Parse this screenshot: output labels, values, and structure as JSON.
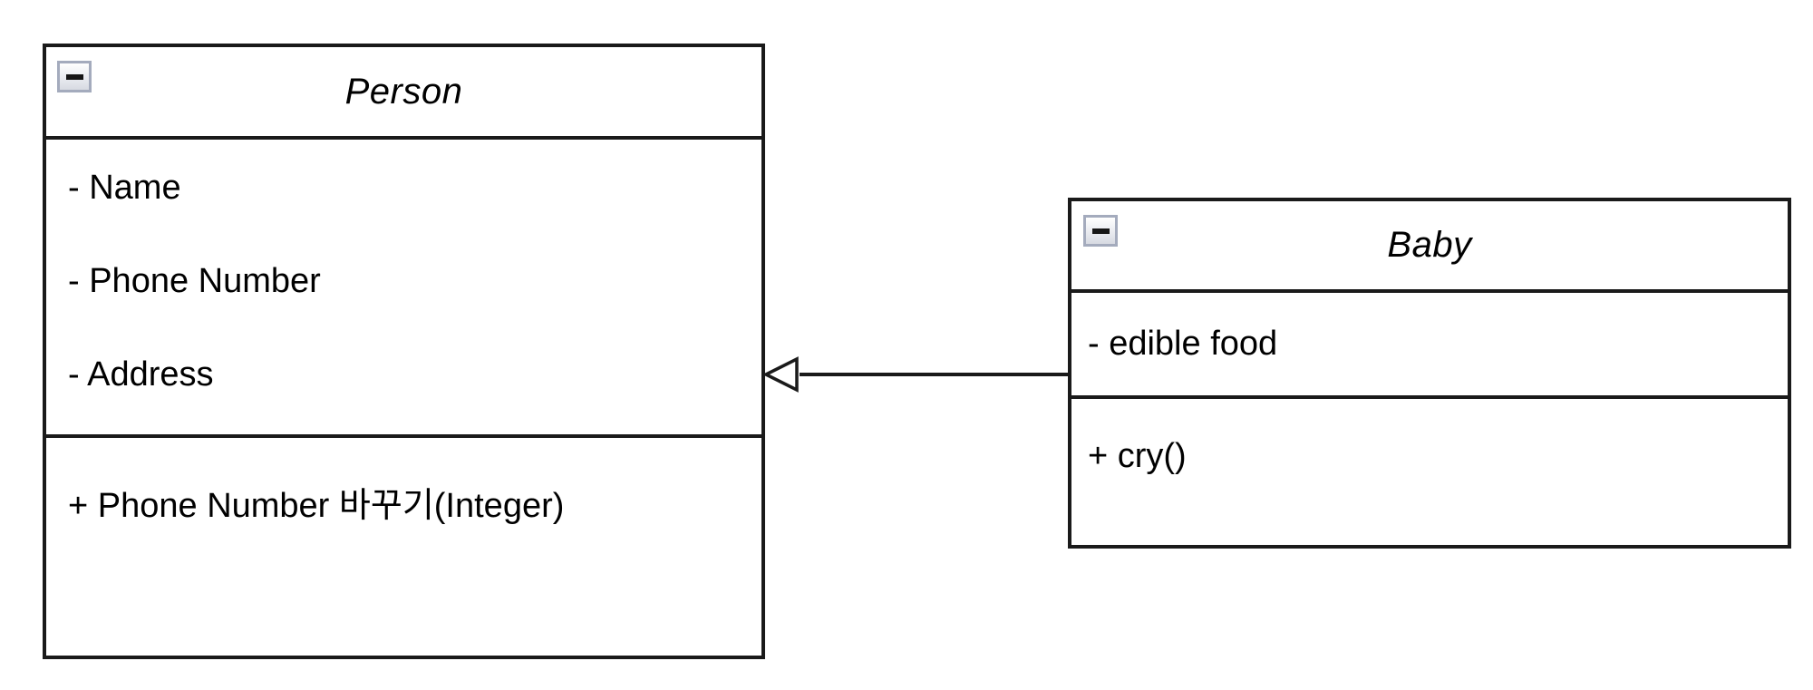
{
  "diagram": {
    "type": "uml-class-diagram",
    "background_color": "#ffffff",
    "line_color": "#1a1a1a",
    "collapse_icon": "minus-icon"
  },
  "classes": [
    {
      "name": "Person",
      "attributes": [
        "- Name",
        "- Phone Number",
        "- Address"
      ],
      "methods": [
        "+ Phone Number 바꾸기(Integer)"
      ]
    },
    {
      "name": "Baby",
      "attributes": [
        "- edible food"
      ],
      "methods": [
        "+ cry()"
      ]
    }
  ],
  "relationships": [
    {
      "type": "generalization",
      "from": "Baby",
      "to": "Person",
      "arrowhead": "hollow-triangle"
    }
  ]
}
